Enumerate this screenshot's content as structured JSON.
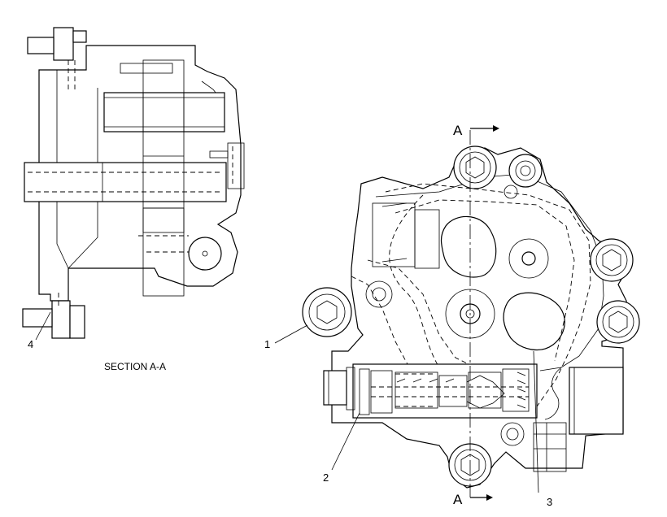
{
  "section_title": "SECTION A-A",
  "section_marks": {
    "top": "A",
    "bottom": "A"
  },
  "callouts": {
    "c1": "1",
    "c2": "2",
    "c3": "3",
    "c4": "4"
  }
}
